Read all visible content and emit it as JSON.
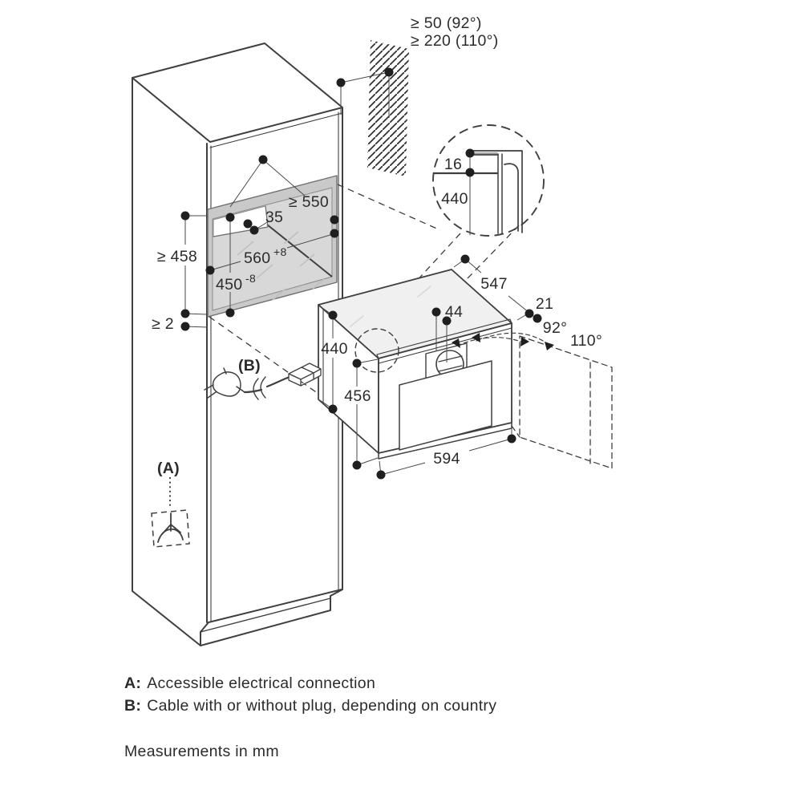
{
  "figure": {
    "wall_clearance": {
      "line1": "≥ 50 (92°)",
      "line2": "≥ 220 (110°)"
    },
    "detail_view": {
      "flange_gap": "16",
      "height": "440"
    },
    "niche": {
      "depth": "≥ 550",
      "top_frame": "35",
      "width": "560",
      "width_tolerance": "+8",
      "height": "450",
      "height_tolerance": "-8",
      "opening_height": "≥ 458",
      "bottom_gap": "≥ 2"
    },
    "appliance": {
      "body_height": "440",
      "front_height": "456",
      "width": "594",
      "control_panel_offset": "44",
      "depth": "547",
      "door_proud": "21",
      "door_angle_1": "92°",
      "door_angle_2": "110°"
    },
    "callouts": {
      "a": "(A)",
      "b": "(B)"
    }
  },
  "legend": {
    "a_key": "A:",
    "a_text": "Accessible electrical connection",
    "b_key": "B:",
    "b_text": "Cable with or without plug, depending on country"
  },
  "footer": {
    "units": "Measurements in mm"
  },
  "colors": {
    "line": "#3f3f3f",
    "niche_fill": "#d8d8d8",
    "oven_top_fill": "#f0f0f0"
  }
}
